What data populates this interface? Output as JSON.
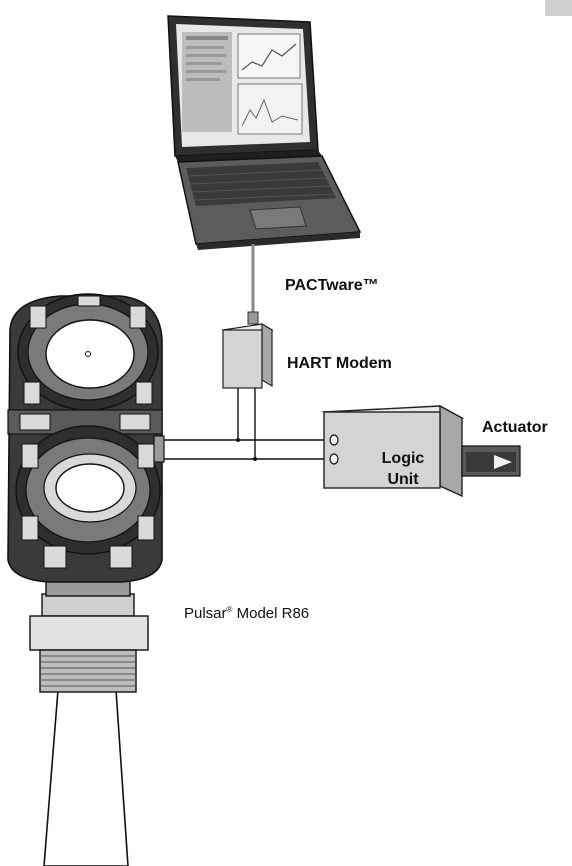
{
  "labels": {
    "pactware": "PACTware™",
    "hart_modem": "HART Modem",
    "actuator": "Actuator",
    "logic_unit_line1": "Logic",
    "logic_unit_line2": "Unit",
    "pulsar_brand": "Pulsar",
    "pulsar_registered": "®",
    "pulsar_model": "Model R86"
  },
  "colors": {
    "line": "#111111",
    "housing_dark": "#3a3a3a",
    "housing_mid": "#7a7a7a",
    "housing_light": "#d9d9d9",
    "box_face": "#d4d4d4",
    "box_top": "#ececec",
    "box_side": "#a8a8a8",
    "actuator_body": "#5a5a5a",
    "corner_tab": "#cfcfcf"
  }
}
